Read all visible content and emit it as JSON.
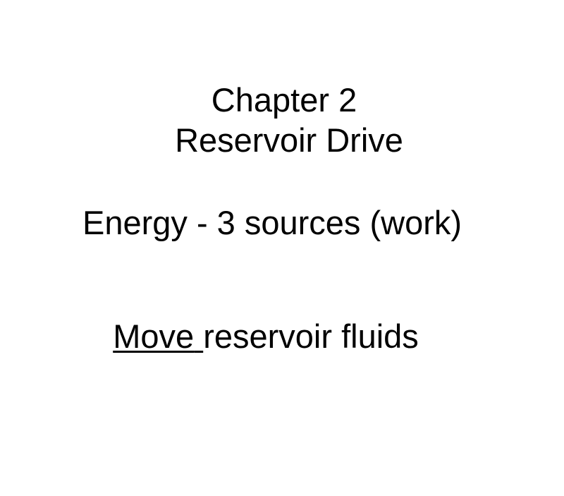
{
  "slide": {
    "background_color": "#ffffff",
    "text_color": "#000000",
    "title": {
      "line1": "Chapter 2",
      "line2": "Reservoir Drive"
    },
    "body": {
      "energy_line": "Energy - 3 sources (work)",
      "move_line": {
        "emphasis": "Move",
        "space": " ",
        "rest": "reservoir fluids"
      }
    }
  }
}
